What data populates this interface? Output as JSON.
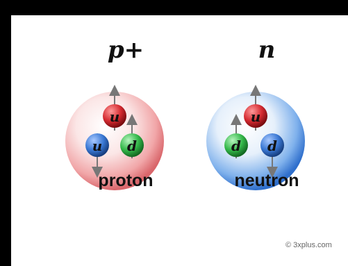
{
  "particles": [
    {
      "symbol": "p+",
      "name": "proton",
      "shell_color": "#e8888c",
      "quarks": [
        {
          "flavor": "u",
          "color": "#d42a30",
          "spin": "up"
        },
        {
          "flavor": "u",
          "color": "#3a78d4",
          "spin": "down"
        },
        {
          "flavor": "d",
          "color": "#34b84a",
          "spin": "up"
        }
      ]
    },
    {
      "symbol": "n",
      "name": "neutron",
      "shell_color": "#5a9ae8",
      "quarks": [
        {
          "flavor": "u",
          "color": "#d42a30",
          "spin": "up"
        },
        {
          "flavor": "d",
          "color": "#34b84a",
          "spin": "up"
        },
        {
          "flavor": "d",
          "color": "#3a78d4",
          "spin": "down"
        }
      ]
    }
  ],
  "copyright": "© 3xplus.com"
}
